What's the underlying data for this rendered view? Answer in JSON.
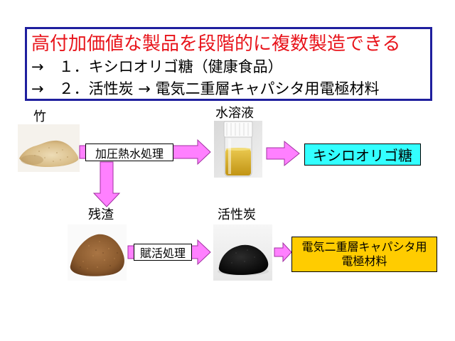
{
  "summary": {
    "headline": "高付加価値な製品を段階的に複数製造できる",
    "item1": "→　１．キシロオリゴ糖（健康食品）",
    "item2": "→　２．活性炭 → 電気二重層キャパシタ用電極材料"
  },
  "flow": {
    "bamboo": {
      "label": "竹"
    },
    "hydrothermal": {
      "label": "加圧熱水処理"
    },
    "solution": {
      "label": "水溶液"
    },
    "xylo_product": {
      "label": "キシロオリゴ糖"
    },
    "residue": {
      "label": "残渣"
    },
    "activation": {
      "label": "賦活処理"
    },
    "carbon": {
      "label": "活性炭"
    },
    "capacitor_product": {
      "line1": "電気二重層キャパシタ用",
      "line2": "電極材料"
    }
  },
  "colors": {
    "headline": "#e8141b",
    "summary_border": "#1f1f9e",
    "arrow_fill": "#ff80ff",
    "arrow_stroke": "#a030a0",
    "xylo_product_fill": "#33ffff",
    "capacitor_product_fill": "#ffcc00"
  }
}
